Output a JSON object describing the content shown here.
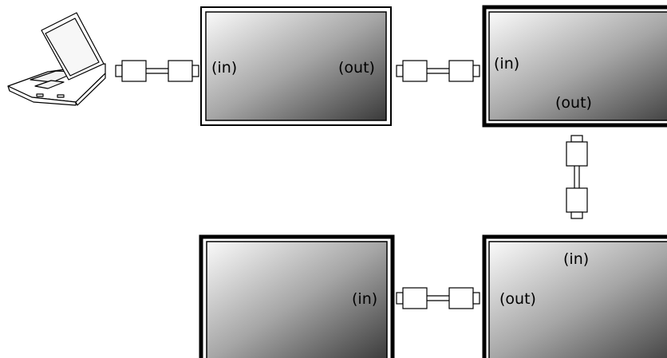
{
  "monitors": [
    {
      "id": "monitor-1",
      "labels": [
        "(in)",
        "(out)"
      ]
    },
    {
      "id": "monitor-2",
      "labels": [
        "(in)",
        "(out)"
      ]
    },
    {
      "id": "monitor-3",
      "labels": [
        "(in)",
        "(out)"
      ]
    },
    {
      "id": "monitor-4",
      "labels": [
        "(in)"
      ]
    }
  ],
  "colors": {
    "screen_light": "#fafafa",
    "screen_mid": "#a6a6a6",
    "screen_dark": "#3a3a3a",
    "bezel": "#1a1a1a",
    "line": "#000000"
  }
}
